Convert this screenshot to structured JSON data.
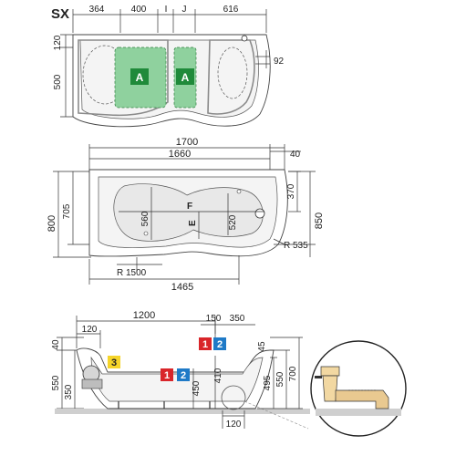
{
  "header": {
    "code": "SX"
  },
  "top_view": {
    "dims": {
      "d364": "364",
      "d400": "400",
      "dI": "I",
      "dJ": "J",
      "d616": "616",
      "d120": "120",
      "d500": "500",
      "d92": "92"
    },
    "zone_label": "A",
    "colors": {
      "zone_fill": "#8fd19e",
      "zone_badge": "#1f8a3a"
    }
  },
  "plan_view": {
    "dims": {
      "d1700": "1700",
      "d1660": "1660",
      "d40": "40",
      "d705": "705",
      "d800": "800",
      "d560": "560",
      "d520": "520",
      "d370": "370",
      "d850": "850",
      "dF": "F",
      "dE": "E",
      "r535": "R 535",
      "r1500": "R 1500",
      "d1465": "1465"
    }
  },
  "side_view": {
    "dims": {
      "d1200": "1200",
      "d120a": "120",
      "d150": "150",
      "d350": "350",
      "d40": "40",
      "d45": "45",
      "d550a": "550",
      "d350b": "350",
      "d450": "450",
      "d410": "410",
      "d495": "495",
      "d550b": "550",
      "d700": "700",
      "d120b": "120"
    },
    "badges": {
      "b1": "1",
      "b2": "2",
      "b3": "3"
    },
    "colors": {
      "badge_red": "#d9252a",
      "badge_blue": "#1f7ac7",
      "badge_yellow": "#f5d42a"
    }
  }
}
